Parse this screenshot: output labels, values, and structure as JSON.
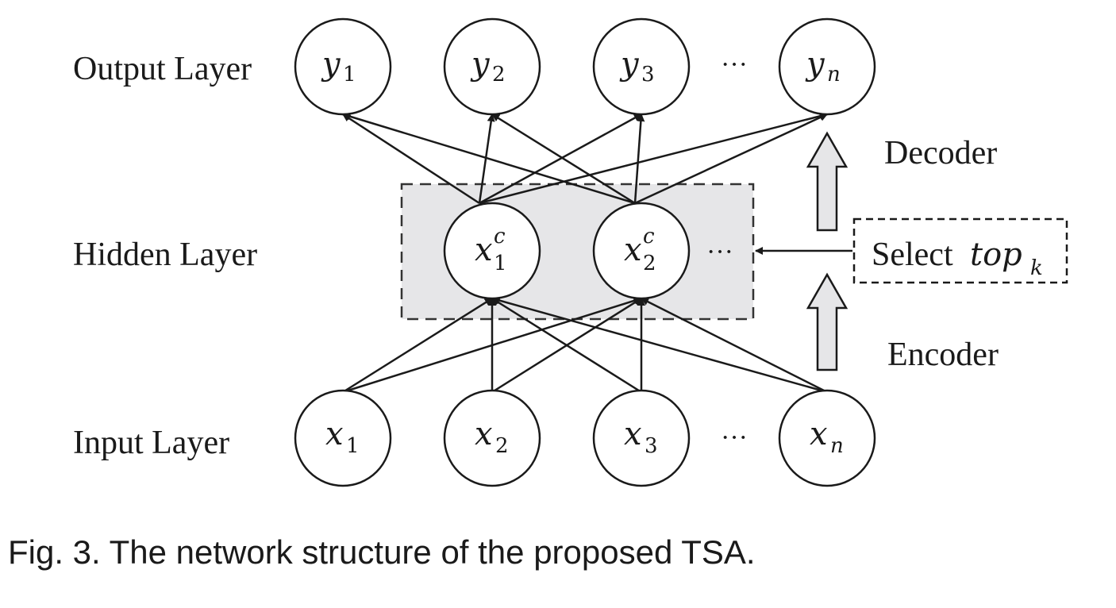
{
  "layers": {
    "output": "Output Layer",
    "hidden": "Hidden Layer",
    "input": "Input Layer"
  },
  "nodes": {
    "output": [
      {
        "var": "y",
        "sub": "1"
      },
      {
        "var": "y",
        "sub": "2"
      },
      {
        "var": "y",
        "sub": "3"
      },
      {
        "var": "y",
        "sub": "n"
      }
    ],
    "hidden": [
      {
        "var": "x",
        "sub": "1",
        "sup": "c"
      },
      {
        "var": "x",
        "sub": "2",
        "sup": "c"
      }
    ],
    "input": [
      {
        "var": "x",
        "sub": "1"
      },
      {
        "var": "x",
        "sub": "2"
      },
      {
        "var": "x",
        "sub": "3"
      },
      {
        "var": "x",
        "sub": "n"
      }
    ]
  },
  "ellipsis": "···",
  "side": {
    "decoder": "Decoder",
    "encoder": "Encoder",
    "select_word": "Select",
    "select_var": "top",
    "select_sub": "k"
  },
  "colors": {
    "stroke": "#1a1a1a",
    "hidden_fill": "#e6e6e8",
    "arrow_fill": "#e6e6e8"
  },
  "caption": "Fig. 3. The network structure of the proposed TSA."
}
